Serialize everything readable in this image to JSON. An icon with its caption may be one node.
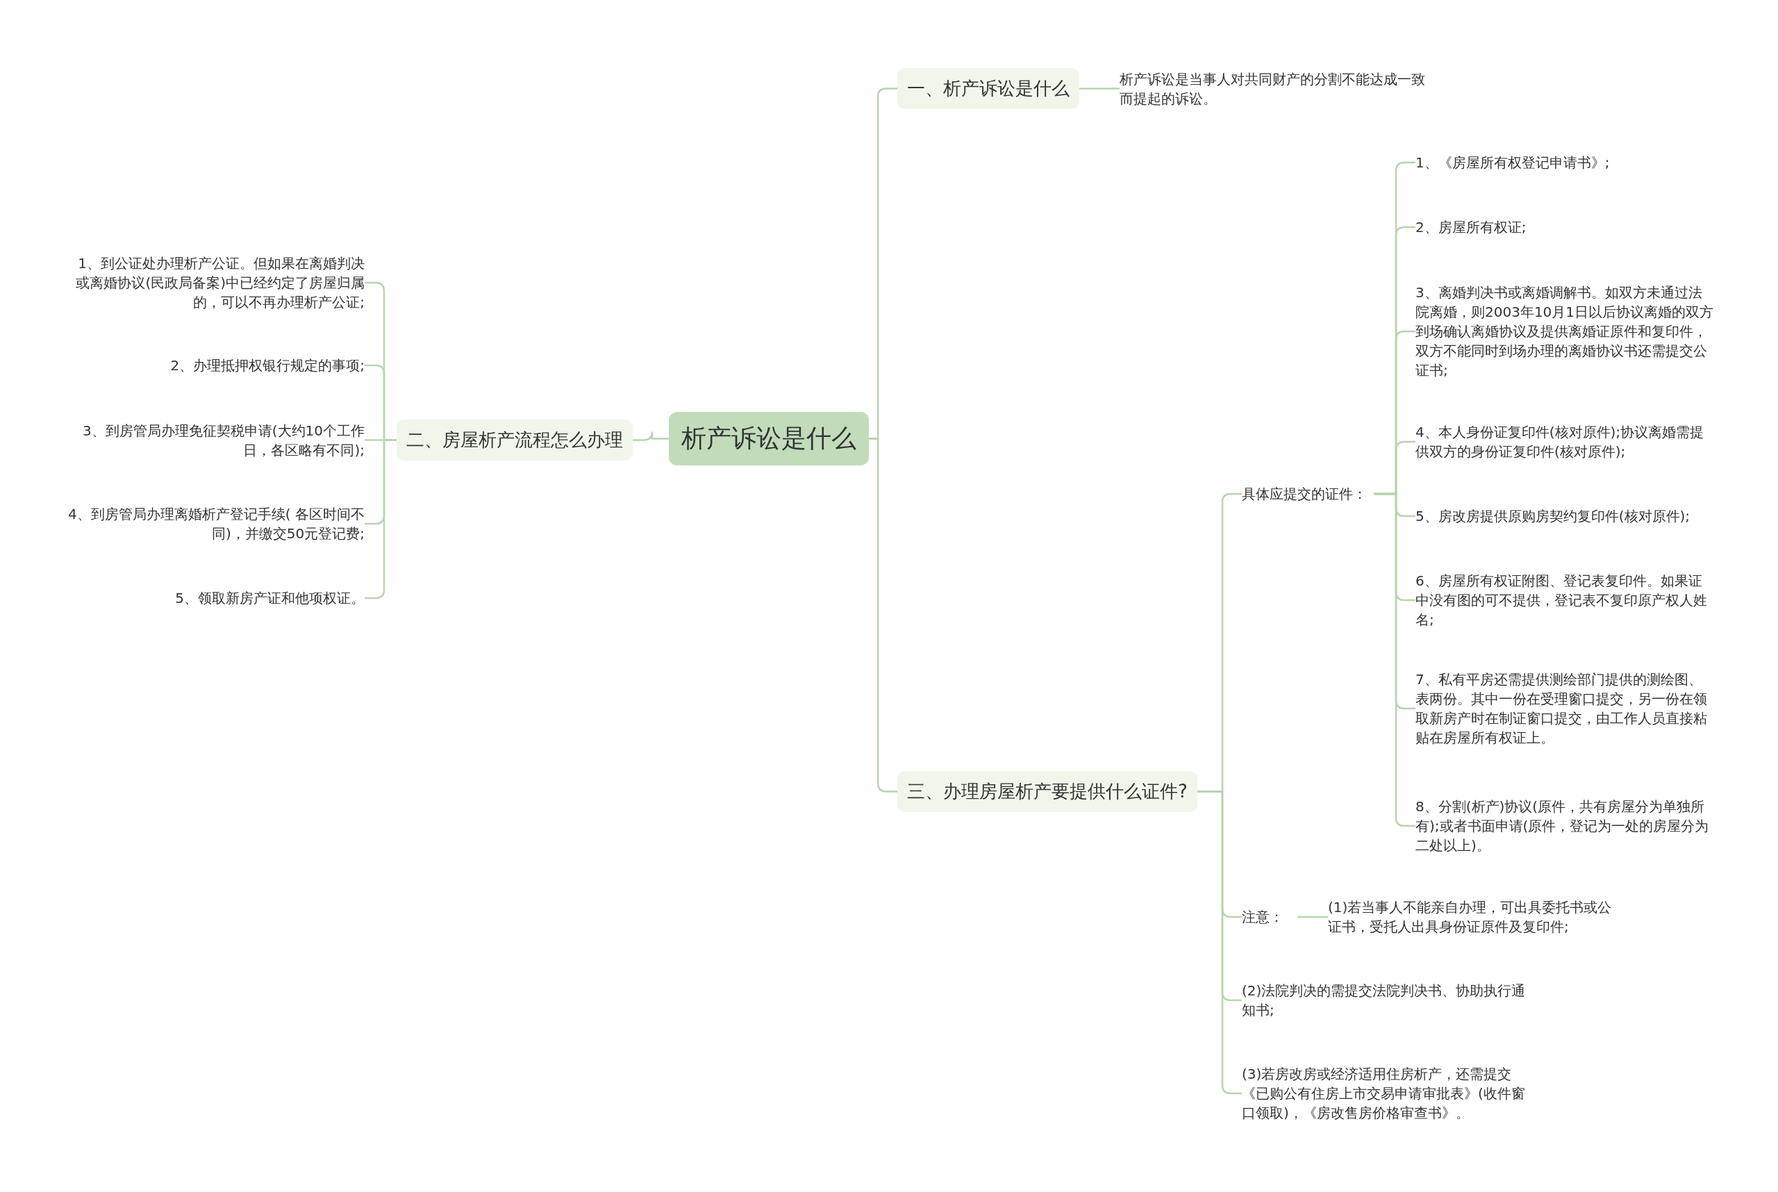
{
  "diagram": {
    "nodes": [
      {
        "text": [
          "析产诉讼是什么"
        ]
      },
      {
        "text": [
          "一、析产诉讼是什么"
        ]
      },
      {
        "text": [
          "析产诉讼是当事人对共同财产的分割不能达成一致而提起的诉讼。"
        ]
      },
      {
        "text": [
          "二、房屋析产流程怎么办理"
        ]
      },
      {
        "text": [
          "1、到公证处办理析产公证。但如果在离婚判决或离婚协议(民政局备案)中已经约定了房屋归属的，可以不再办理析产公证;"
        ]
      },
      {
        "text": [
          "2、办理抵押权银行规定的事项;"
        ]
      },
      {
        "text": [
          "3、到房管局办理免征契税申请(大约10个工作日，各区略有不同);"
        ]
      },
      {
        "text": [
          "4、到房管局办理离婚析产登记手续( 各区时间不同)，并缴交50元登记费;"
        ]
      },
      {
        "text": [
          "5、领取新房产证和他项权证。"
        ]
      },
      {
        "text": [
          "三、办理房屋析产要提供什么证件?"
        ]
      },
      {
        "text": [
          "具体应提交的证件："
        ]
      },
      {
        "text": [
          "1、《房屋所有权登记申请书》;"
        ]
      },
      {
        "text": [
          "2、房屋所有权证;"
        ]
      },
      {
        "text": [
          "3、离婚判决书或离婚调解书。如双方未通过法院离婚，则2003年10月1日以后协议离婚的双方到场确认离婚协议及提供离婚证原件和复印件，双方不能同时到场办理的离婚协议书还需提交公证书;"
        ]
      },
      {
        "text": [
          "4、本人身份证复印件(核对原件);协议离婚需提供双方的身份证复印件(核对原件);"
        ]
      },
      {
        "text": [
          "5、房改房提供原购房契约复印件(核对原件);"
        ]
      },
      {
        "text": [
          "6、房屋所有权证附图、登记表复印件。如果证中没有图的可不提供，登记表不复印原产权人姓名;"
        ]
      },
      {
        "text": [
          "7、私有平房还需提供测绘部门提供的测绘图、表两份。其中一份在受理窗口提交，另一份在领取新房产时在制证窗口提交，由工作人员直接粘贴在房屋所有权证上。"
        ]
      },
      {
        "text": [
          "8、分割(析产)协议(原件，共有房屋分为单独所有);或者书面申请(原件，登记为一处的房屋分为二处以上)。"
        ]
      },
      {
        "text": [
          "注意："
        ]
      },
      {
        "text": [
          "(1)若当事人不能亲自办理，可出具委托书或公证书，受托人出具身份证原件及复印件;"
        ]
      },
      {
        "text": [
          "(2)法院判决的需提交法院判决书、协助执行通知书;"
        ]
      },
      {
        "text": [
          "(3)若房改房或经济适用住房析产，还需提交《已购公有住房上市交易申请审批表》(收件窗口领取)，《房改售房价格审查书》。"
        ]
      }
    ],
    "edges": [
      {
        "from": 0,
        "to": 1,
        "arrow": "none"
      },
      {
        "from": 0,
        "to": 3,
        "arrow": "none"
      },
      {
        "from": 0,
        "to": 9,
        "arrow": "none"
      },
      {
        "from": 1,
        "to": 2,
        "arrow": "none"
      },
      {
        "from": 3,
        "to": 4,
        "arrow": "none"
      },
      {
        "from": 3,
        "to": 5,
        "arrow": "none"
      },
      {
        "from": 3,
        "to": 6,
        "arrow": "none"
      },
      {
        "from": 3,
        "to": 7,
        "arrow": "none"
      },
      {
        "from": 3,
        "to": 8,
        "arrow": "none"
      },
      {
        "from": 9,
        "to": 10,
        "arrow": "none"
      },
      {
        "from": 9,
        "to": 19,
        "arrow": "none"
      },
      {
        "from": 9,
        "to": 21,
        "arrow": "none"
      },
      {
        "from": 9,
        "to": 22,
        "arrow": "none"
      },
      {
        "from": 10,
        "to": 11,
        "arrow": "none"
      },
      {
        "from": 10,
        "to": 12,
        "arrow": "none"
      },
      {
        "from": 10,
        "to": 13,
        "arrow": "none"
      },
      {
        "from": 10,
        "to": 14,
        "arrow": "none"
      },
      {
        "from": 10,
        "to": 15,
        "arrow": "none"
      },
      {
        "from": 10,
        "to": 16,
        "arrow": "none"
      },
      {
        "from": 10,
        "to": 17,
        "arrow": "none"
      },
      {
        "from": 10,
        "to": 18,
        "arrow": "none"
      },
      {
        "from": 19,
        "to": 20,
        "arrow": "none"
      }
    ]
  }
}
